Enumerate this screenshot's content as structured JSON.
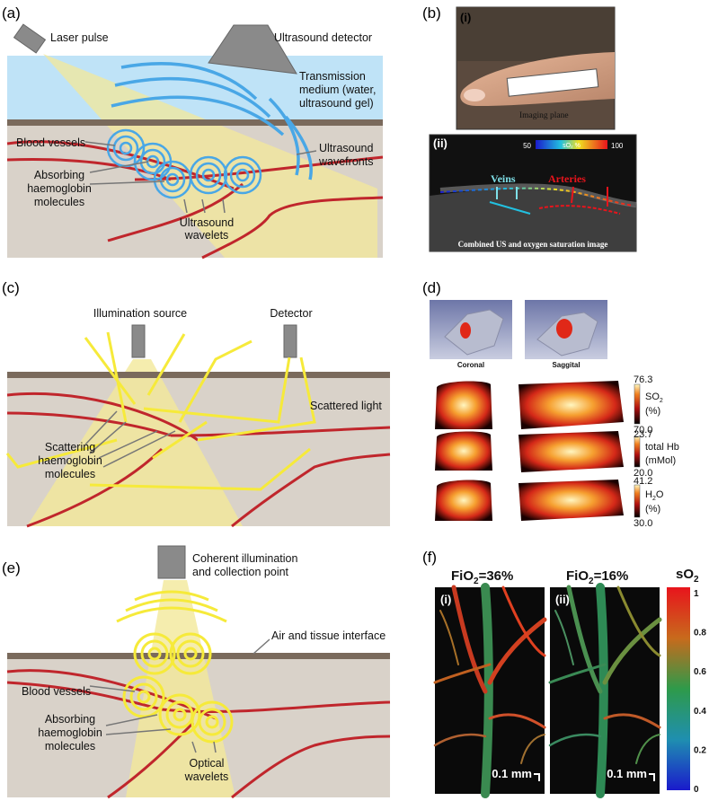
{
  "panels": {
    "a": {
      "letter": "(a)",
      "laser": "Laser pulse",
      "detector": "Ultrasound detector",
      "medium_line1": "Transmission",
      "medium_line2": "medium (water,",
      "medium_line3": "ultrasound gel)",
      "vessels": "Blood vessels",
      "wavefronts_line1": "Ultrasound",
      "wavefronts_line2": "wavefronts",
      "absorbing_line1": "Absorbing",
      "absorbing_line2": "haemoglobin",
      "absorbing_line3": "molecules",
      "wavelets_line1": "Ultrasound",
      "wavelets_line2": "wavelets"
    },
    "b": {
      "letter": "(b)",
      "sub_i": "(i)",
      "sub_ii": "(ii)",
      "imaging_plane": "Imaging plane",
      "scale_min": "50",
      "scale_label": "sO₂ %",
      "scale_max": "100",
      "veins": "Veins",
      "arteries": "Arteries",
      "caption": "Combined US and oxygen saturation image"
    },
    "c": {
      "letter": "(c)",
      "illumination": "Illumination source",
      "detector": "Detector",
      "scattered": "Scattered light",
      "scattering_line1": "Scattering",
      "scattering_line2": "haemoglobin",
      "scattering_line3": "molecules"
    },
    "d": {
      "letter": "(d)",
      "coronal": "Coronal",
      "saggital": "Saggital",
      "bars": [
        {
          "max": "76.3",
          "min": "70.0",
          "label1": "SO",
          "sub": "2",
          "label2": "(%)"
        },
        {
          "max": "23.7",
          "min": "20.0",
          "label1": "total Hb",
          "sub": "",
          "label2": "(mMol)"
        },
        {
          "max": "41.2",
          "min": "30.0",
          "label1": "H",
          "sub": "2",
          "label1b": "O",
          "label2": "(%)"
        }
      ]
    },
    "e": {
      "letter": "(e)",
      "coherent_line1": "Coherent illumination",
      "coherent_line2": "and collection point",
      "interface": "Air and tissue interface",
      "vessels": "Blood vessels",
      "absorbing_line1": "Absorbing",
      "absorbing_line2": "haemoglobin",
      "absorbing_line3": "molecules",
      "optical_line1": "Optical",
      "optical_line2": "wavelets"
    },
    "f": {
      "letter": "(f)",
      "fio2_a": "FiO",
      "fio2_a_val": "=36%",
      "fio2_b": "FiO",
      "fio2_b_val": "=16%",
      "sub_i": "(i)",
      "sub_ii": "(ii)",
      "scale": "0.1 mm",
      "so2": "sO",
      "ticks": [
        "1",
        "0.8",
        "0.6",
        "0.4",
        "0.2",
        "0"
      ]
    }
  },
  "colors": {
    "tissue": "#d9d2c9",
    "medium": "#bfe3f7",
    "surface": "#7a6a5c",
    "vessel": "#c0262c",
    "ultrasound": "#49a7e6",
    "light": "#f6ea3a",
    "beam": "#f3e89a",
    "device": "#8a8a8a"
  }
}
